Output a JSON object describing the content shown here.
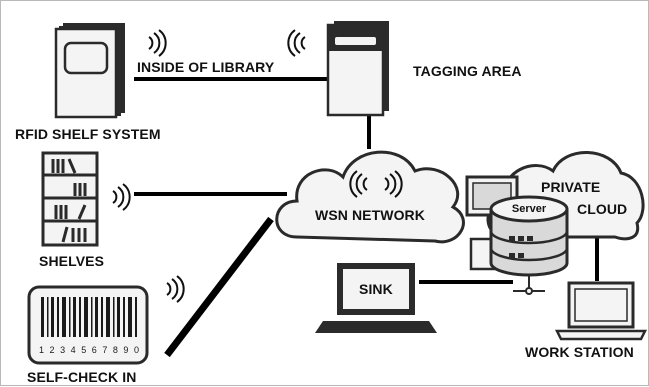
{
  "labels": {
    "inside_library": "INSIDE OF LIBRARY",
    "tagging_area": "TAGGING AREA",
    "rfid_shelf_system": "RFID SHELF SYSTEM",
    "shelves": "SHELVES",
    "wsn_network": "WSN NETWORK",
    "private_cloud_line1": "PRIVATE",
    "private_cloud_line2": "CLOUD",
    "server": "Server",
    "sink": "SINK",
    "work_station": "WORK STATION",
    "self_check_in": "SELF-CHECK IN",
    "barcode_digits": "1 2 3 4 5 6 7 8 9 0"
  },
  "colors": {
    "line": "#000000",
    "outline": "#2a2a2a",
    "fill_light": "#f4f4f4",
    "fill_mid": "#d9d9d9",
    "fill_dark": "#2b2b2b",
    "border": "#b9b9b9"
  }
}
